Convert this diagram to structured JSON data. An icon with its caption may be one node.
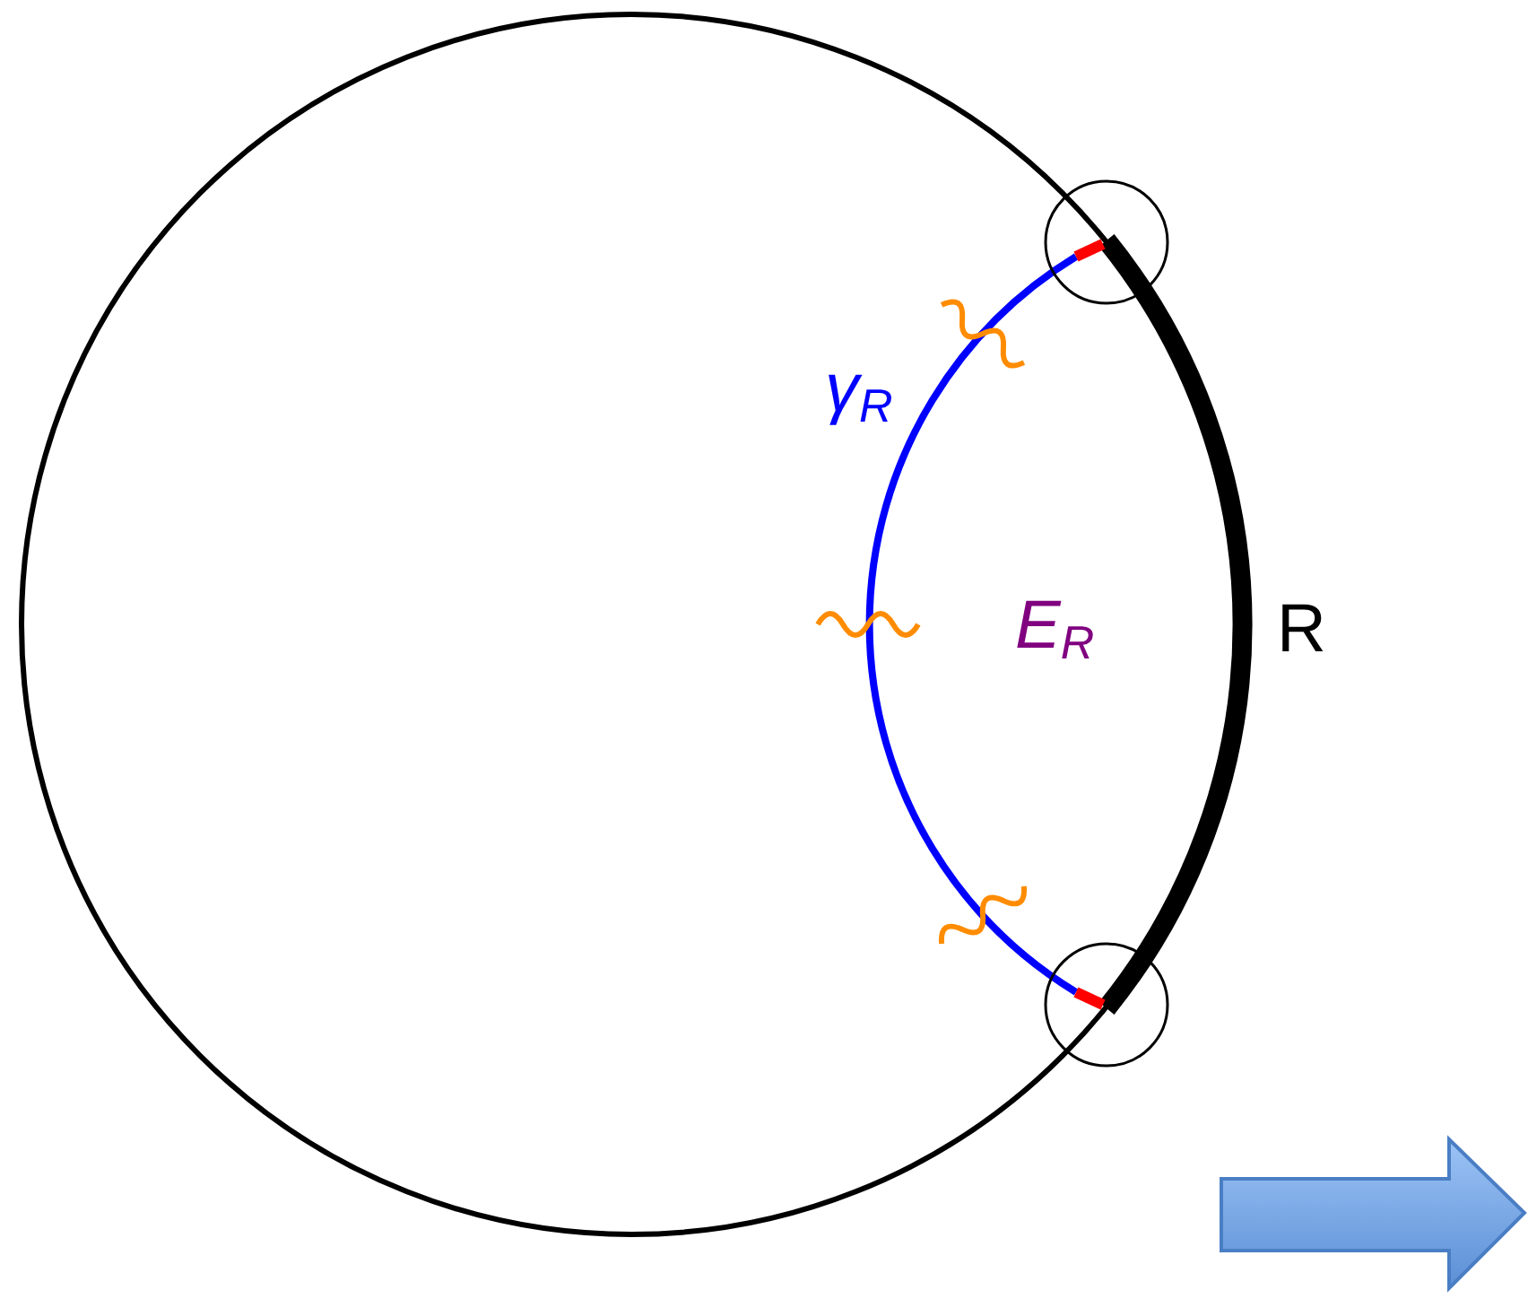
{
  "diagram": {
    "labels": [
      "γ$_{R}$",
      "E$_{R}$",
      "R"
    ]
  }
}
